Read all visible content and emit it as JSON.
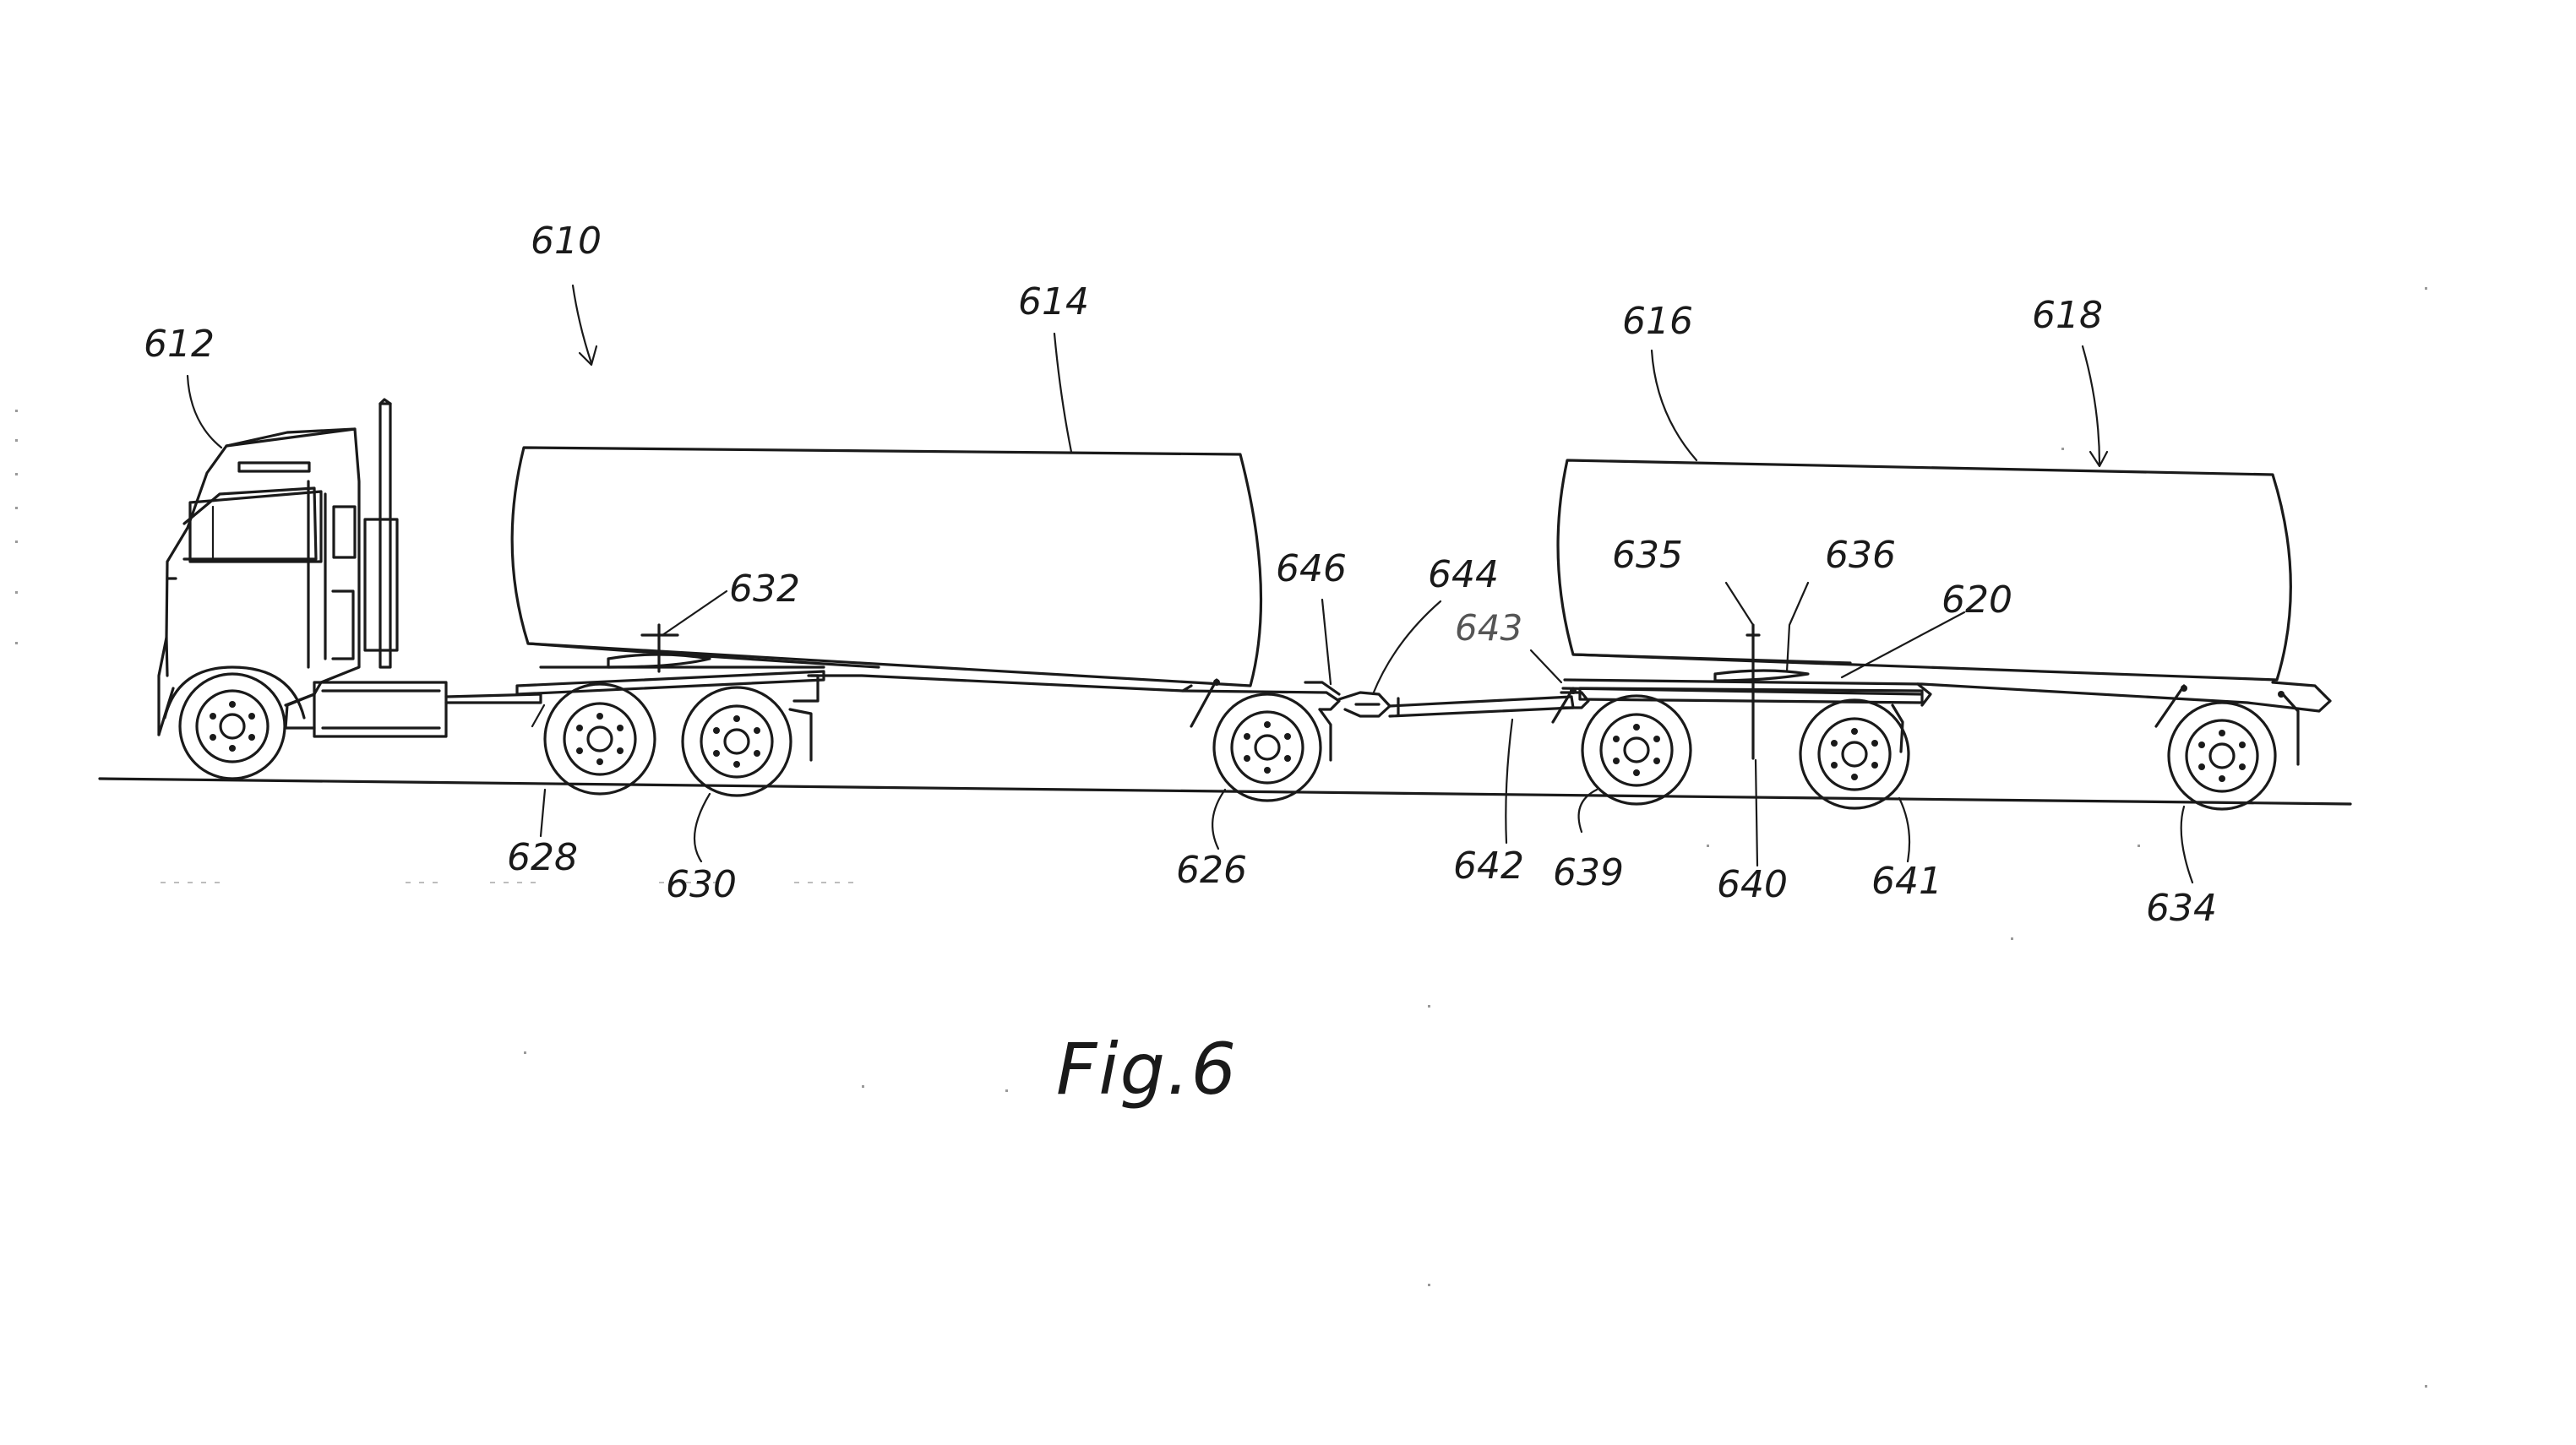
{
  "figure": {
    "caption": "Fig.6",
    "labels": {
      "l610": "610",
      "l612": "612",
      "l614": "614",
      "l616": "616",
      "l618": "618",
      "l620": "620",
      "l626": "626",
      "l628": "628",
      "l630": "630",
      "l632": "632",
      "l634": "634",
      "l635": "635",
      "l636": "636",
      "l639": "639",
      "l640": "640",
      "l641": "641",
      "l642": "642",
      "l643": "643",
      "l644": "644",
      "l646": "646"
    }
  }
}
